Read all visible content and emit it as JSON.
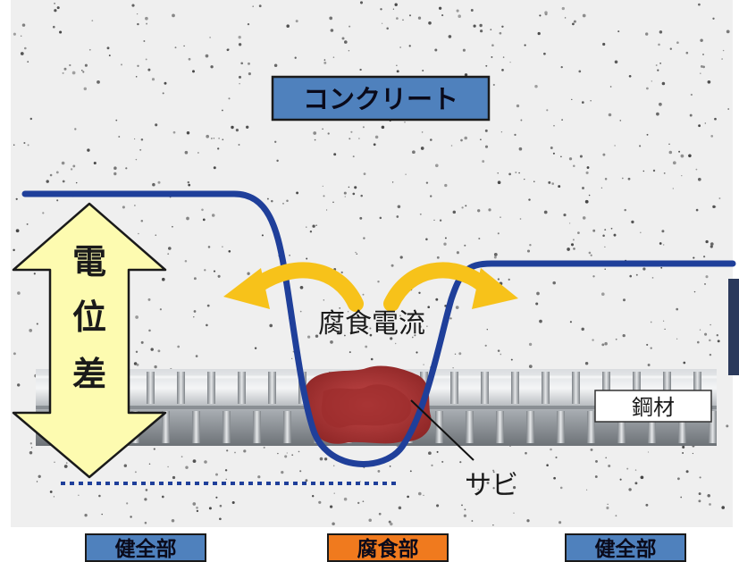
{
  "labels": {
    "concrete": "コンクリート",
    "potential_diff": [
      "電",
      "位",
      "差"
    ],
    "corrosion_current": "腐食電流",
    "steel": "鋼材",
    "rust": "サビ"
  },
  "zones": {
    "healthy_left": "健全部",
    "corroded": "腐食部",
    "healthy_right": "健全部"
  },
  "colors": {
    "concrete_bg": "#f1f1f1",
    "label_box_blue": "#4f81bd",
    "label_box_orange": "#f07a1e",
    "potential_line": "#1f3f9a",
    "arrow_fill": "#fdfbb0",
    "current_arrow": "#f7c21a",
    "rebar": "#a9adb1",
    "rust": "#b23a3a"
  }
}
